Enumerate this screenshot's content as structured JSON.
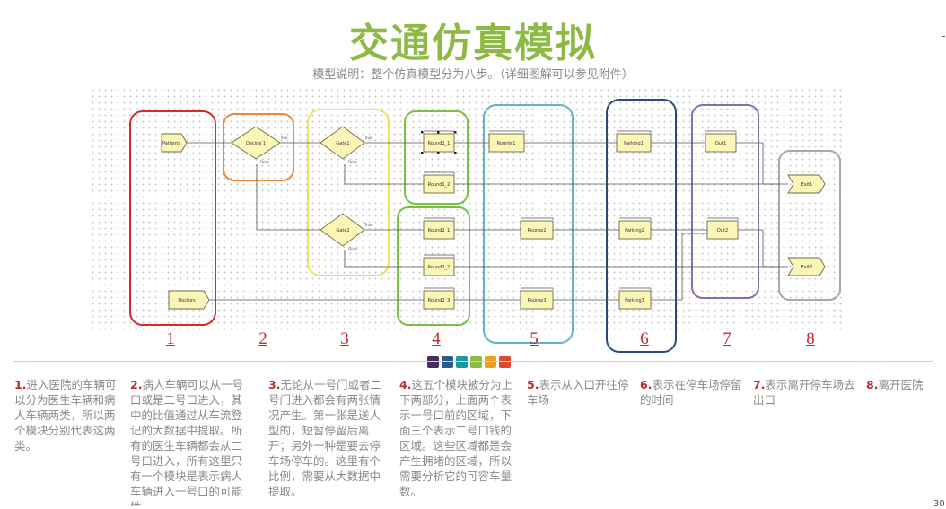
{
  "title": "交通仿真模拟",
  "subtitle": "模型说明：整个仿真模型分为八步。（详细图解可以参见附件）",
  "nodes": {
    "patients": "Patients",
    "doctors": "Doctors",
    "decide": "Decide 1",
    "gate1": "Gate1",
    "gate2": "Gate2",
    "round1_1": "Round1_1",
    "round1_2": "Round1_2",
    "round2_1": "Round2_1",
    "round2_2": "Round2_2",
    "round2_3": "Round2_3",
    "rounte1": "Rounte1",
    "rounte2": "Rounte2",
    "rounte3": "Rounte3",
    "parking1": "Parking1",
    "parking2": "Parking2",
    "parking3": "Parking3",
    "out1": "Out1",
    "out2": "Out2",
    "exit1": "Exit1",
    "exit2": "Exit2"
  },
  "decision_labels": {
    "true": "True",
    "false": "False"
  },
  "steps": [
    "1",
    "2",
    "3",
    "4",
    "5",
    "6",
    "7",
    "8"
  ],
  "group_colors": {
    "g1": "#d42b2b",
    "g2": "#e98b3a",
    "g3": "#e9e45a",
    "g4": "#79c043",
    "g5": "#5fb4c9",
    "g6": "#2a4a73",
    "g7": "#8b6cad",
    "g8": "#a9a9a9"
  },
  "palette": [
    "#4a2d5c",
    "#2a5b8f",
    "#1a9aa0",
    "#8dba45",
    "#e8a21f",
    "#d94a2b"
  ],
  "descriptions": [
    {
      "n": "1.",
      "text": "进入医院的车辆可以分为医生车辆和病人车辆两类，所以两个模块分别代表这两类。"
    },
    {
      "n": "2.",
      "text": "病人车辆可以从一号口或是二号口进入，其中的比值通过从车流登记的大数据中提取。所有的医生车辆都会从二号口进入，所有这里只有一个模块是表示病人车辆进入一号口的可能性。"
    },
    {
      "n": "3.",
      "text": "无论从一号门或者二号门进入都会有两张情况产生。第一张是送人型的，短暂停留后离开；另外一种是要去停车场停车的。这里有个比例，需要从大数据中提取。"
    },
    {
      "n": "4.",
      "text": "这五个模块被分为上下两部分，上面两个表示一号口前的区域，下面三个表示二号口钱的区域。这些区域都是会产生拥堵的区域，所以需要分析它的可容车量数。"
    },
    {
      "n": "5.",
      "text": "表示从入口开往停车场"
    },
    {
      "n": "6.",
      "text": "表示在停车场停留的时间"
    },
    {
      "n": "7.",
      "text": "表示离开停车场去出口"
    },
    {
      "n": "8.",
      "text": "离开医院"
    }
  ],
  "page_number": "30"
}
